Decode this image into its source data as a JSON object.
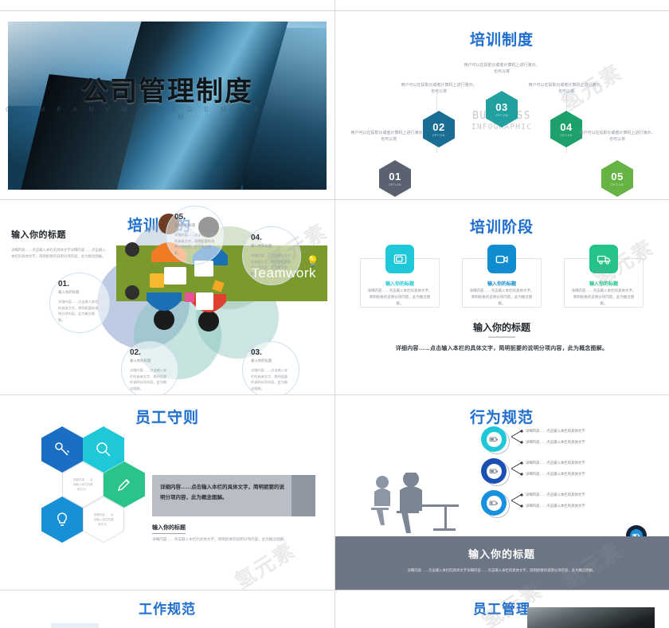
{
  "deck": {
    "watermark": "氢元素"
  },
  "slides": {
    "cover": {
      "title": "公司管理制度",
      "subtitle": "C O M P A N Y   M A N A G E M E N T   S Y S T E M"
    },
    "training_system": {
      "title": "培训制度",
      "center_label_line1": "BUSINESS",
      "center_label_line2": "INFOGRAPHIC",
      "hexagons": [
        {
          "num": "01",
          "sub": "OPTION",
          "color": "#5a6272",
          "caption": "用户可以在投影仪或者计算机上进行演示，也可以将"
        },
        {
          "num": "02",
          "sub": "OPTION",
          "color": "#1b6e93",
          "caption": "用户可以在投影仪或者计算机上进行演示，也可以将"
        },
        {
          "num": "03",
          "sub": "OPTION",
          "color": "#22a0a0",
          "caption": "用户可以在投影仪或者计算机上进行演示，也可以将"
        },
        {
          "num": "04",
          "sub": "OPTION",
          "color": "#1ea06a",
          "caption": "用户可以在投影仪或者计算机上进行演示，也可以将"
        },
        {
          "num": "05",
          "sub": "OPTION",
          "color": "#66b344",
          "caption": "用户可以在投影仪或者计算机上进行演示，也可以将"
        }
      ]
    },
    "training_purpose": {
      "title": "培训目的",
      "side_heading": "输入你的标题",
      "side_body": "详细内容……点击输入本栏的具体文字详细内容……点击输入本栏的具体文字，简明扼要的说明分项内容，此为概念图解。",
      "banner_word": "Teamwork",
      "banner_color": "#7b9a2d",
      "circles": [
        {
          "num": "01.",
          "sub": "输入你的标题",
          "body": "详细内容……点击输入本栏的具体文字，简明扼要的说明分项内容，此为概念图解。"
        },
        {
          "num": "02.",
          "sub": "输入你的标题",
          "body": "详细内容……点击输入本栏的具体文字，简明扼要的说明分项内容，此为概念图解。"
        },
        {
          "num": "03.",
          "sub": "输入你的标题",
          "body": "详细内容……点击输入本栏的具体文字，简明扼要的说明分项内容，此为概念图解。"
        },
        {
          "num": "04.",
          "sub": "输入你的标题",
          "body": "详细内容……点击输入本栏的具体文字，简明扼要的说明分项内容，此为概念图解。"
        },
        {
          "num": "05.",
          "sub": "输入你的标题",
          "body": "详细内容……点击输入本栏的具体文字，简明扼要的说明分项内容，此为概念图解。"
        }
      ]
    },
    "training_stage": {
      "title": "培训阶段",
      "cards": [
        {
          "icon": "tv-icon",
          "color": "#1fc8d8",
          "heading": "输入你的标题",
          "body": "详细内容……点击输入本栏的具体文字，简明扼要的说明分项内容，此为概念图解。"
        },
        {
          "icon": "video-camera-icon",
          "color": "#128cd0",
          "heading": "输入你的标题",
          "body": "详细内容……点击输入本栏的具体文字，简明扼要的说明分项内容，此为概念图解。"
        },
        {
          "icon": "truck-icon",
          "color": "#23c389",
          "heading": "输入你的标题",
          "body": "详细内容……点击输入本栏的具体文字，简明扼要的说明分项内容，此为概念图解。"
        }
      ],
      "footer_title": "输入你的标题",
      "footer_body": "详细内容……点击输入本栏的具体文字，简明扼要的说明分项内容，此为概念图解。"
    },
    "employee_rules": {
      "title": "员工守则",
      "hexagons": [
        {
          "icon": "key-icon",
          "color": "#1a6fc4",
          "type": "icon"
        },
        {
          "icon": "magnifier-icon",
          "color": "#1ec8d8",
          "type": "icon"
        },
        {
          "icon": "pencil-icon",
          "color": "#2ac48a",
          "type": "icon"
        },
        {
          "icon": "lightbulb-icon",
          "color": "#1890d8",
          "type": "icon"
        },
        {
          "type": "text",
          "text": "详细内容……点击输入本栏的具体文字。"
        },
        {
          "type": "text",
          "text": "详细内容……点击输入本栏的具体文字。"
        }
      ],
      "band_text": "详细内容……点击输入本栏的具体文字，简明扼要的说明分项内容，此为概念图解。",
      "sub_heading": "输入你的标题",
      "sub_body": "详细内容……点击输入本栏的具体文字，简明扼要的说明分项内容，此为概念图解。"
    },
    "code_of_conduct": {
      "title": "行为规范",
      "rings": [
        {
          "color": "#1ec8d8",
          "icon": "battery-icon",
          "line1": "详细内容……点击输入本栏的具体文字",
          "line2": "详细内容……点击输入本栏的具体文字"
        },
        {
          "color": "#1a4fb4",
          "icon": "battery-icon",
          "line1": "详细内容……点击输入本栏的具体文字",
          "line2": "详细内容……点击输入本栏的具体文字"
        },
        {
          "color": "#1890e0",
          "icon": "battery-icon",
          "line1": "详细内容……点击输入本栏的具体文字",
          "line2": "详细内容……点击输入本栏的具体文字"
        }
      ],
      "footer_title": "输入你的标题",
      "footer_body": "详细内容……点击输入本栏的具体文字详细内容……点击输入本栏的具体文字，简明扼要的说明分项内容，此为概念图解。",
      "badge_icon": "battery-icon"
    },
    "work_norms": {
      "title": "工作规范"
    },
    "employee_management": {
      "title": "员工管理"
    }
  }
}
